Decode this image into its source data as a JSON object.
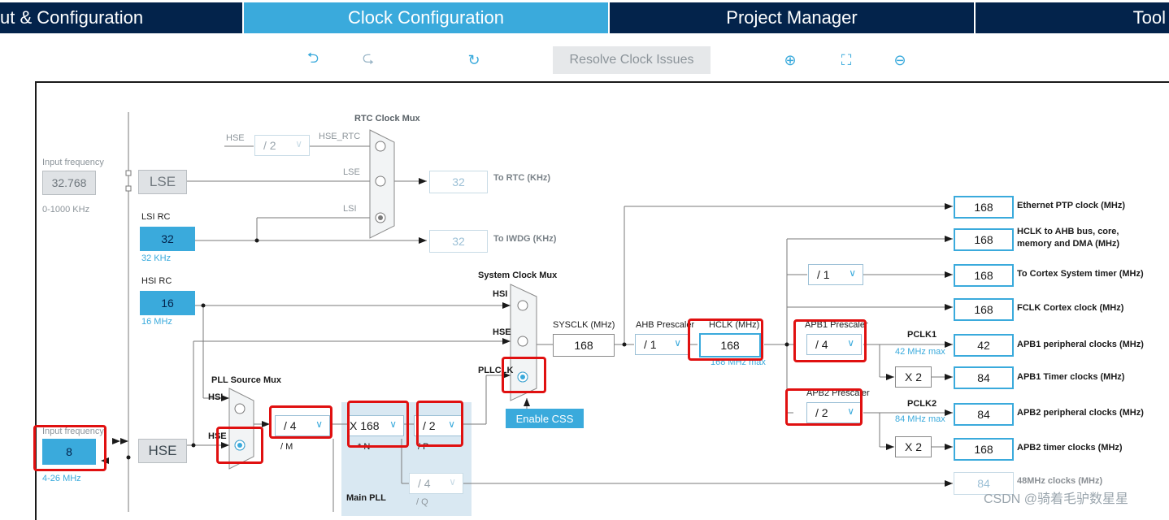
{
  "tabs": [
    {
      "label": "ut & Configuration",
      "active": false
    },
    {
      "label": "Clock Configuration",
      "active": true
    },
    {
      "label": "Project Manager",
      "active": false
    },
    {
      "label": "Tool",
      "active": false
    }
  ],
  "toolbar": {
    "undo_icon": "undo-icon",
    "redo_icon": "redo-icon",
    "refresh_icon": "refresh-icon",
    "resolve_label": "Resolve Clock Issues",
    "zoom_in_icon": "zoom-in-icon",
    "fit_icon": "fit-screen-icon",
    "zoom_out_icon": "zoom-out-icon"
  },
  "lse": {
    "input_label": "Input frequency",
    "input_value": "32.768",
    "range": "0-1000 KHz",
    "label": "LSE"
  },
  "lsi": {
    "title": "LSI RC",
    "value": "32",
    "sub": "32 KHz"
  },
  "hsi": {
    "title": "HSI RC",
    "value": "16",
    "sub": "16 MHz"
  },
  "hse": {
    "input_label": "Input frequency",
    "input_value": "8",
    "range": "4-26 MHz",
    "label": "HSE"
  },
  "rtc_mux": {
    "title": "RTC Clock Mux",
    "hse_in": "HSE",
    "div": "/ 2",
    "hse_rtc": "HSE_RTC",
    "lse": "LSE",
    "lsi": "LSI",
    "rtc_value": "32",
    "rtc_label": "To RTC (KHz)",
    "iwdg_value": "32",
    "iwdg_label": "To IWDG (KHz)"
  },
  "pll_source_mux": {
    "title": "PLL Source Mux",
    "hsi": "HSI",
    "hse": "HSE"
  },
  "main_pll": {
    "m_value": "/ 4",
    "m_label": "/ M",
    "n_value": "X 168",
    "n_label": "* N",
    "p_value": "/ 2",
    "p_label": "/ P",
    "q_value": "/ 4",
    "q_label": "/ Q",
    "title": "Main PLL"
  },
  "system_mux": {
    "title": "System Clock Mux",
    "hsi": "HSI",
    "hse": "HSE",
    "pllclk": "PLLCLK",
    "enable_css": "Enable CSS"
  },
  "sysclk": {
    "label": "SYSCLK (MHz)",
    "value": "168"
  },
  "ahb": {
    "label": "AHB Prescaler",
    "value": "/ 1"
  },
  "hclk": {
    "label": "HCLK (MHz)",
    "value": "168",
    "max": "168 MHz max"
  },
  "apb1": {
    "label": "APB1 Prescaler",
    "value": "/ 4",
    "pclk_label": "PCLK1",
    "pclk_max": "42 MHz max",
    "timer_mult": "X 2"
  },
  "apb2": {
    "label": "APB2 Prescaler",
    "value": "/ 2",
    "pclk_label": "PCLK2",
    "pclk_max": "84 MHz max",
    "timer_mult": "X 2"
  },
  "cortex_div": "/ 1",
  "outputs": [
    {
      "value": "168",
      "label": "Ethernet PTP clock (MHz)"
    },
    {
      "value": "168",
      "label": "HCLK to AHB bus, core,"
    },
    {
      "value": "168",
      "label": "To Cortex System timer (MHz)"
    },
    {
      "value": "168",
      "label": "FCLK Cortex clock (MHz)"
    },
    {
      "value": "42",
      "label": "APB1 peripheral clocks (MHz)"
    },
    {
      "value": "84",
      "label": "APB1 Timer clocks (MHz)"
    },
    {
      "value": "84",
      "label": "APB2 peripheral clocks (MHz)"
    },
    {
      "value": "168",
      "label": "APB2 timer clocks (MHz)"
    },
    {
      "value": "84",
      "label": "48MHz clocks (MHz)"
    }
  ],
  "hclk_label_line2": "memory and DMA (MHz)",
  "watermark": "CSDN @骑着毛驴数星星"
}
